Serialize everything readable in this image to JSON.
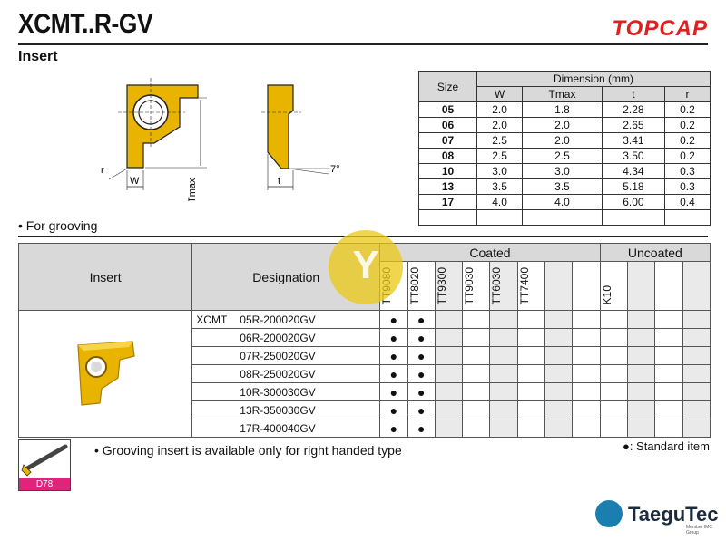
{
  "header": {
    "title": "XCMT..R-GV",
    "brand": "TOPCAP",
    "subtitle": "Insert"
  },
  "drawing": {
    "r_label": "r",
    "w_label": "W",
    "tmax_label": "Tmax",
    "t_label": "t",
    "angle_label": "7°"
  },
  "dimension_table": {
    "size_header": "Size",
    "group_header": "Dimension (mm)",
    "columns": [
      "W",
      "Tmax",
      "t",
      "r"
    ],
    "rows": [
      {
        "size": "05",
        "values": [
          "2.0",
          "1.8",
          "2.28",
          "0.2"
        ]
      },
      {
        "size": "06",
        "values": [
          "2.0",
          "2.0",
          "2.65",
          "0.2"
        ]
      },
      {
        "size": "07",
        "values": [
          "2.5",
          "2.0",
          "3.41",
          "0.2"
        ]
      },
      {
        "size": "08",
        "values": [
          "2.5",
          "2.5",
          "3.50",
          "0.2"
        ]
      },
      {
        "size": "10",
        "values": [
          "3.0",
          "3.0",
          "4.34",
          "0.3"
        ]
      },
      {
        "size": "13",
        "values": [
          "3.5",
          "3.5",
          "5.18",
          "0.3"
        ]
      },
      {
        "size": "17",
        "values": [
          "4.0",
          "4.0",
          "6.00",
          "0.4"
        ]
      }
    ]
  },
  "notes": {
    "grooving": "• For grooving",
    "right_hand": "• Grooving insert is available only for right handed type",
    "standard": "●: Standard item"
  },
  "designation_table": {
    "insert_header": "Insert",
    "designation_header": "Designation",
    "coated_header": "Coated",
    "uncoated_header": "Uncoated",
    "coated_grades": [
      "TT9080",
      "TT8020",
      "TT9300",
      "TT9030",
      "TT6030",
      "TT7400"
    ],
    "uncoated_grades": [
      "K10"
    ],
    "prefix": "XCMT",
    "rows": [
      {
        "designation": "05R-200020GV",
        "marks": [
          "●",
          "●"
        ]
      },
      {
        "designation": "06R-200020GV",
        "marks": [
          "●",
          "●"
        ]
      },
      {
        "designation": "07R-250020GV",
        "marks": [
          "●",
          "●"
        ]
      },
      {
        "designation": "08R-250020GV",
        "marks": [
          "●",
          "●"
        ]
      },
      {
        "designation": "10R-300030GV",
        "marks": [
          "●",
          "●"
        ]
      },
      {
        "designation": "13R-350030GV",
        "marks": [
          "●",
          "●"
        ]
      },
      {
        "designation": "17R-400040GV",
        "marks": [
          "●",
          "●"
        ]
      }
    ]
  },
  "page_ref": "D78",
  "logo": {
    "name": "TaeguTec",
    "sub": "Member IMC Group"
  },
  "watermark": "Y",
  "colors": {
    "brand_red": "#e02020",
    "insert_gold": "#e8b400",
    "page_tag": "#e0247c",
    "logo_blue": "#1a7fae"
  }
}
